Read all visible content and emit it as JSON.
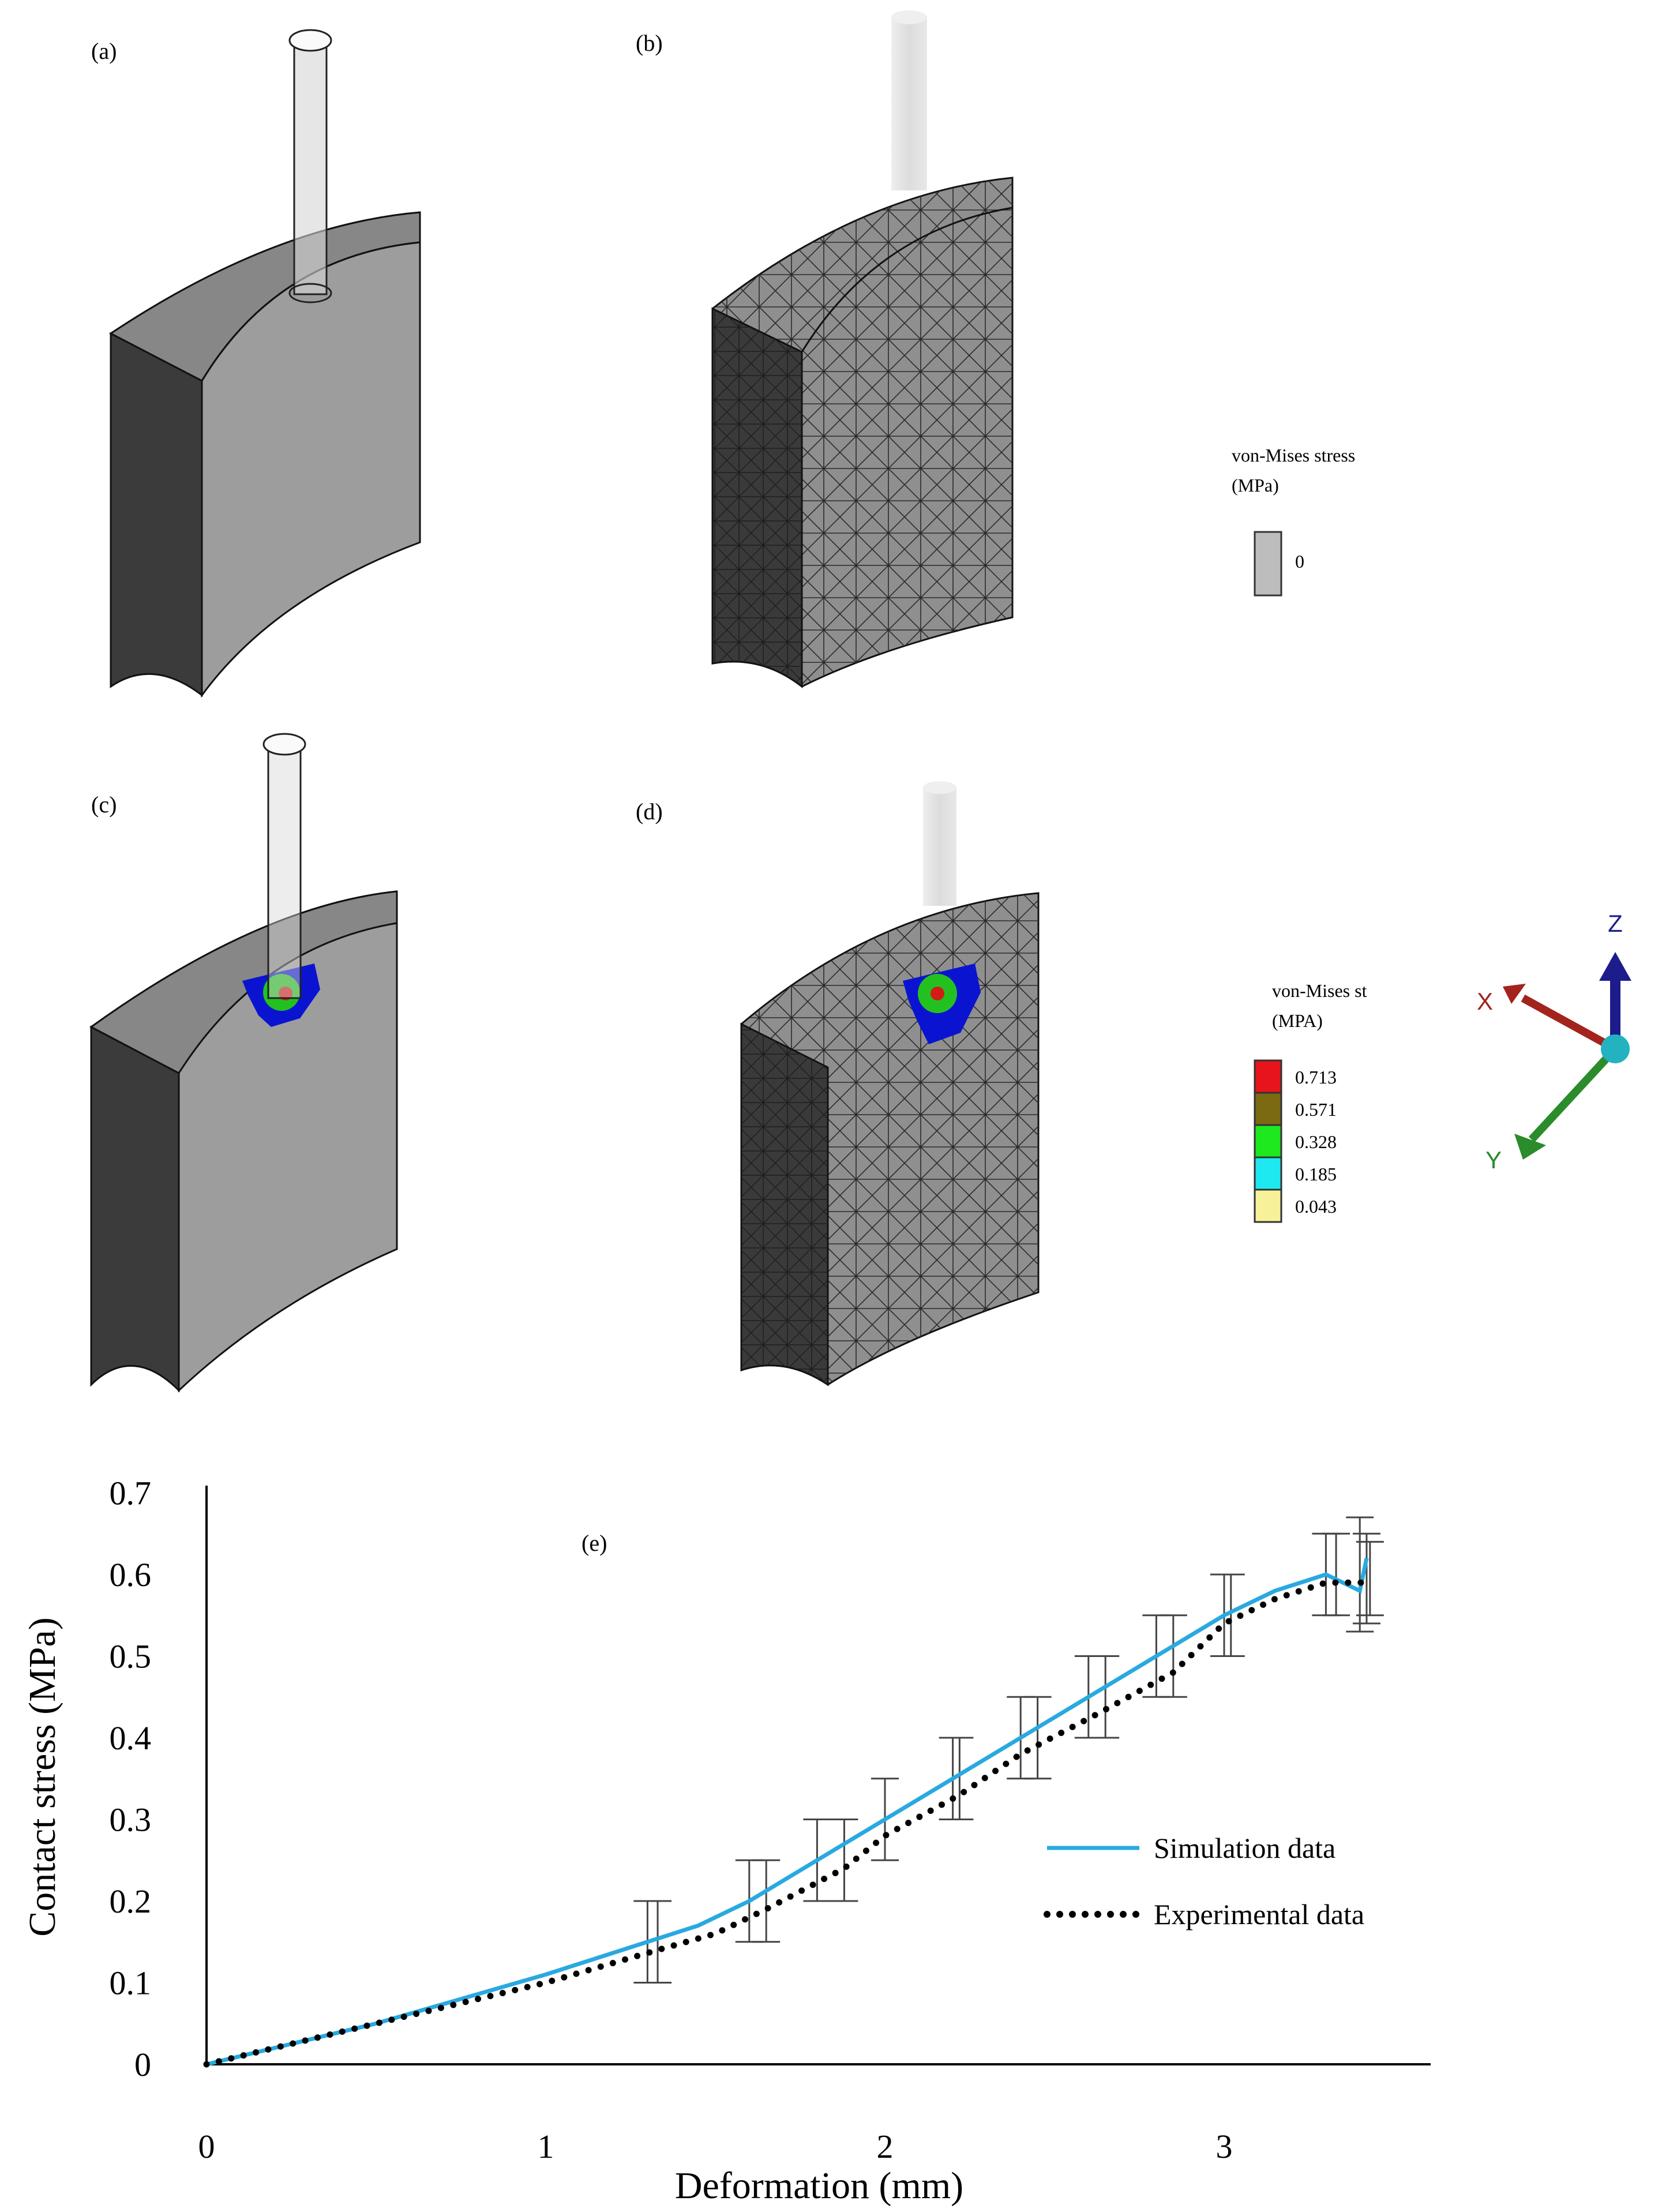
{
  "panels": {
    "a": {
      "label": "(a)"
    },
    "b": {
      "label": "(b)"
    },
    "c": {
      "label": "(c)"
    },
    "d": {
      "label": "(d)"
    },
    "e": {
      "label": "(e)"
    }
  },
  "legend_b": {
    "title_line1": "von-Mises stress",
    "title_line2": "(MPa)",
    "entries": [
      {
        "value": "0",
        "color": "#bdbdbd"
      }
    ]
  },
  "legend_d": {
    "title_line1": "von-Mises st",
    "title_line2": "(MPA)",
    "entries": [
      {
        "value": "0.713",
        "color": "#e8141c"
      },
      {
        "value": "0.571",
        "color": "#7b6a12"
      },
      {
        "value": "0.328",
        "color": "#1ee81e"
      },
      {
        "value": "0.185",
        "color": "#1ee8f0"
      },
      {
        "value": "0.043",
        "color": "#f7f29a"
      }
    ]
  },
  "triad": {
    "x": "X",
    "y": "Y",
    "z": "Z",
    "colors": {
      "x": "#a3231d",
      "y": "#2a8c2a",
      "z": "#1c1c8c",
      "origin": "#23b3c0"
    }
  },
  "stress_colors": {
    "blue": "#0a14d0",
    "green": "#23c11f",
    "red": "#d11d16"
  },
  "chart_data": {
    "type": "line",
    "xlabel": "Deformation (mm)",
    "ylabel": "Contact stress (MPa)",
    "xlim": [
      0,
      3.6
    ],
    "ylim": [
      0,
      0.7
    ],
    "xticks": [
      "0",
      "1",
      "2",
      "3"
    ],
    "yticks": [
      "0",
      "0.1",
      "0.2",
      "0.3",
      "0.4",
      "0.5",
      "0.6",
      "0.7"
    ],
    "grid": false,
    "legend_position": "right",
    "series": [
      {
        "name": "Simulation data",
        "style": "solid",
        "color": "#29a9e0",
        "x": [
          0,
          0.5,
          1.0,
          1.3,
          1.45,
          1.6,
          1.8,
          2.0,
          2.2,
          2.4,
          2.6,
          2.8,
          3.0,
          3.15,
          3.3,
          3.35,
          3.4,
          3.42
        ],
        "y": [
          0,
          0.05,
          0.11,
          0.15,
          0.17,
          0.2,
          0.25,
          0.3,
          0.35,
          0.4,
          0.45,
          0.5,
          0.55,
          0.58,
          0.6,
          0.59,
          0.58,
          0.62
        ]
      },
      {
        "name": "Experimental data",
        "style": "dotted",
        "color": "#000000",
        "x": [
          0,
          0.5,
          1.0,
          1.33,
          1.5,
          1.65,
          1.88,
          2.0,
          2.22,
          2.4,
          2.63,
          2.85,
          3.0,
          3.15,
          3.3,
          3.42
        ],
        "y": [
          0,
          0.05,
          0.1,
          0.14,
          0.16,
          0.19,
          0.24,
          0.28,
          0.33,
          0.38,
          0.43,
          0.48,
          0.54,
          0.57,
          0.59,
          0.59
        ]
      }
    ],
    "error_bars": [
      {
        "x": 1.3,
        "low": 0.1,
        "high": 0.2
      },
      {
        "x": 1.33,
        "low": 0.1,
        "high": 0.2
      },
      {
        "x": 1.6,
        "low": 0.15,
        "high": 0.25
      },
      {
        "x": 1.65,
        "low": 0.15,
        "high": 0.25
      },
      {
        "x": 1.8,
        "low": 0.2,
        "high": 0.3
      },
      {
        "x": 1.88,
        "low": 0.2,
        "high": 0.3
      },
      {
        "x": 2.0,
        "low": 0.25,
        "high": 0.35
      },
      {
        "x": 2.2,
        "low": 0.3,
        "high": 0.4
      },
      {
        "x": 2.22,
        "low": 0.3,
        "high": 0.4
      },
      {
        "x": 2.4,
        "low": 0.35,
        "high": 0.45
      },
      {
        "x": 2.45,
        "low": 0.35,
        "high": 0.45
      },
      {
        "x": 2.6,
        "low": 0.4,
        "high": 0.5
      },
      {
        "x": 2.65,
        "low": 0.4,
        "high": 0.5
      },
      {
        "x": 2.8,
        "low": 0.45,
        "high": 0.55
      },
      {
        "x": 2.85,
        "low": 0.45,
        "high": 0.55
      },
      {
        "x": 3.0,
        "low": 0.5,
        "high": 0.6
      },
      {
        "x": 3.02,
        "low": 0.5,
        "high": 0.6
      },
      {
        "x": 3.3,
        "low": 0.55,
        "high": 0.65
      },
      {
        "x": 3.33,
        "low": 0.55,
        "high": 0.65
      },
      {
        "x": 3.4,
        "low": 0.53,
        "high": 0.67
      },
      {
        "x": 3.42,
        "low": 0.54,
        "high": 0.65
      },
      {
        "x": 3.43,
        "low": 0.55,
        "high": 0.64
      }
    ]
  }
}
